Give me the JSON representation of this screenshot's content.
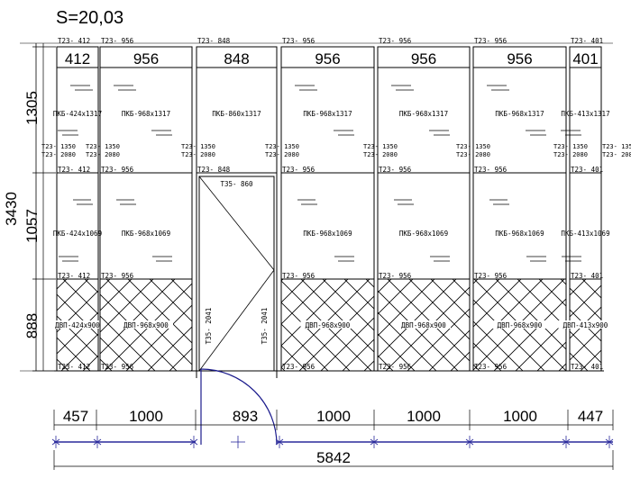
{
  "drawing": {
    "title": "S=20,03",
    "colors": {
      "ink": "#000000",
      "arc": "#1a1a8c",
      "dim_line": "#2a2a9c"
    },
    "width_labels": [
      "412",
      "956",
      "848",
      "956",
      "956",
      "956",
      "401"
    ],
    "t_top": [
      "Т23- 412",
      "Т23- 956",
      "Т23- 848",
      "Т23- 956",
      "Т23- 956",
      "Т23- 956",
      "Т23- 401"
    ],
    "t_mid": [
      "Т23- 412",
      "Т23- 956",
      "Т23- 848",
      "Т23- 956",
      "Т23- 956",
      "Т23- 956",
      "Т23- 401"
    ],
    "t_low": [
      "Т23- 412",
      "Т23- 956",
      "",
      "Т23- 956",
      "Т23- 956",
      "Т23- 956",
      "Т23- 401"
    ],
    "t_bot": [
      "Т23- 412",
      "Т23- 956",
      "",
      "Т23- 956",
      "Т23- 956",
      "Т23- 956",
      "Т23- 401"
    ],
    "upper_panels": [
      "ПКБ-424х1317",
      "ПКБ-968х1317",
      "ПКБ-860х1317",
      "ПКБ-968х1317",
      "ПКБ-968х1317",
      "ПКБ-968х1317",
      "ПКБ-413х1317"
    ],
    "middle_panels": [
      "ПКБ-424х1069",
      "ПКБ-968х1069",
      "",
      "ПКБ-968х1069",
      "ПКБ-968х1069",
      "ПКБ-968х1069",
      "ПКБ-413х1069"
    ],
    "lower_panels": [
      "ДВП-424х900",
      "ДВП-968х900",
      "",
      "ДВП-968х900",
      "ДВП-968х900",
      "ДВП-968х900",
      "ДВП-413х900"
    ],
    "post_a": "Т23- 1350",
    "post_b": "Т23- 2080",
    "door": {
      "top": "Т35- 860",
      "left": "Т35- 2041",
      "right": "Т35- 2041"
    },
    "height_total": "3430",
    "height_segments": [
      "1305",
      "1057",
      "888"
    ],
    "bottom_dims": [
      "457",
      "1000",
      "893",
      "1000",
      "1000",
      "1000",
      "447"
    ],
    "total_width": "5842"
  }
}
